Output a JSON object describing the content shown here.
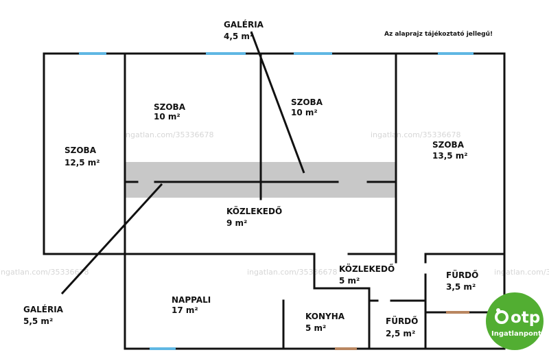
{
  "note": "Az alaprajz tájékoztató jellegű!",
  "watermark": "ingatlan.com/35336678",
  "rooms": [
    {
      "id": "szoba-left",
      "name": "SZOBA",
      "area": "12,5 m²"
    },
    {
      "id": "szoba-mid-left",
      "name": "SZOBA",
      "area": "10 m²"
    },
    {
      "id": "szoba-mid-right",
      "name": "SZOBA",
      "area": "10 m²"
    },
    {
      "id": "szoba-right",
      "name": "SZOBA",
      "area": "13,5 m²"
    },
    {
      "id": "kozlekedo-main",
      "name": "KÖZLEKEDŐ",
      "area": "9 m²"
    },
    {
      "id": "kozlekedo-small",
      "name": "KÖZLEKEDŐ",
      "area": "5 m²"
    },
    {
      "id": "furdo-upper",
      "name": "FÜRDŐ",
      "area": "3,5 m²"
    },
    {
      "id": "furdo-lower",
      "name": "FÜRDŐ",
      "area": "2,5 m²"
    },
    {
      "id": "nappali",
      "name": "NAPPALI",
      "area": "17 m²"
    },
    {
      "id": "konyha",
      "name": "KONYHA",
      "area": "5 m²"
    }
  ],
  "galleries": [
    {
      "id": "galeria-top",
      "name": "GALÉRIA",
      "area": "4,5 m²"
    },
    {
      "id": "galeria-bottom",
      "name": "GALÉRIA",
      "area": "5,5 m²"
    }
  ],
  "logo": {
    "brand": "otp",
    "subtitle": "Ingatlanpont",
    "color": "#52ae32"
  },
  "colors": {
    "wall": "#111111",
    "window": "#5fb7e3",
    "door": "#b98660",
    "gallery_band": "#c8c8c8"
  }
}
